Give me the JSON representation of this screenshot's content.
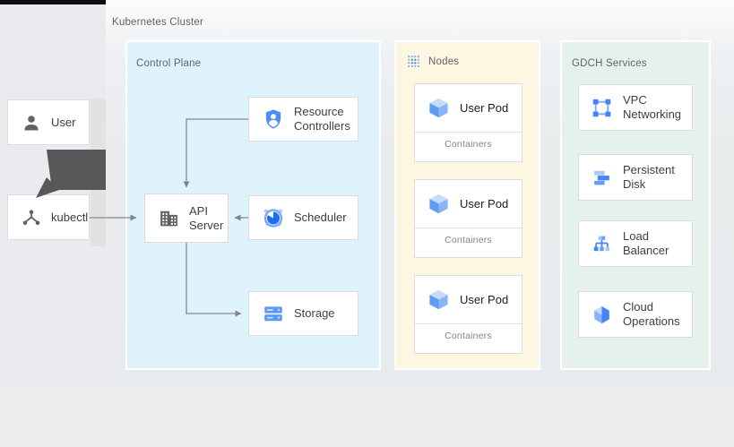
{
  "title": "Kubernetes Cluster",
  "actors": {
    "user": {
      "label": "User",
      "icon": "person-icon"
    },
    "kubectl": {
      "label": "kubectl",
      "icon": "hub-icon"
    }
  },
  "control_plane": {
    "label": "Control Plane",
    "boxes": {
      "resource_controllers": {
        "label": "Resource Controllers",
        "icon": "shield-user-icon"
      },
      "api_server": {
        "label": "API Server",
        "icon": "building-icon"
      },
      "scheduler": {
        "label": "Scheduler",
        "icon": "alarm-clock-icon"
      },
      "storage": {
        "label": "Storage",
        "icon": "server-stack-icon"
      }
    }
  },
  "nodes_panel": {
    "label": "Nodes",
    "icon": "dot-grid-icon",
    "pods": [
      {
        "title": "User Pod",
        "subtitle": "Containers",
        "icon": "cube-icon"
      },
      {
        "title": "User Pod",
        "subtitle": "Containers",
        "icon": "cube-icon"
      },
      {
        "title": "User Pod",
        "subtitle": "Containers",
        "icon": "cube-icon"
      }
    ]
  },
  "gdch_panel": {
    "label": "GDCH Services",
    "services": [
      {
        "label": "VPC Networking",
        "icon": "vpc-icon"
      },
      {
        "label": "Persistent Disk",
        "icon": "disk-icon"
      },
      {
        "label": "Load Balancer",
        "icon": "load-balancer-icon"
      },
      {
        "label": "Cloud Operations",
        "icon": "cloud-ops-icon"
      }
    ]
  },
  "connections": [
    {
      "from": "User",
      "to": "kubectl",
      "style": "thick-dark"
    },
    {
      "from": "kubectl",
      "to": "API Server",
      "style": "arrow"
    },
    {
      "from": "Resource Controllers",
      "to": "API Server",
      "style": "arrow"
    },
    {
      "from": "Scheduler",
      "to": "API Server",
      "style": "arrow"
    },
    {
      "from": "API Server",
      "to": "Storage",
      "style": "arrow"
    }
  ],
  "colors": {
    "control_plane_bg": "#dff3fc",
    "nodes_bg": "#fdf7e1",
    "gdch_bg": "#e5f1ea",
    "cluster_bg": "#e8ebee",
    "lane_bg": "#eaeaef",
    "accent_blue": "#4285f4",
    "light_blue": "#a8c7fa",
    "label_gray": "#5f6368",
    "arrow_gray": "#80868b",
    "thick_arrow_gray": "#58585a"
  }
}
